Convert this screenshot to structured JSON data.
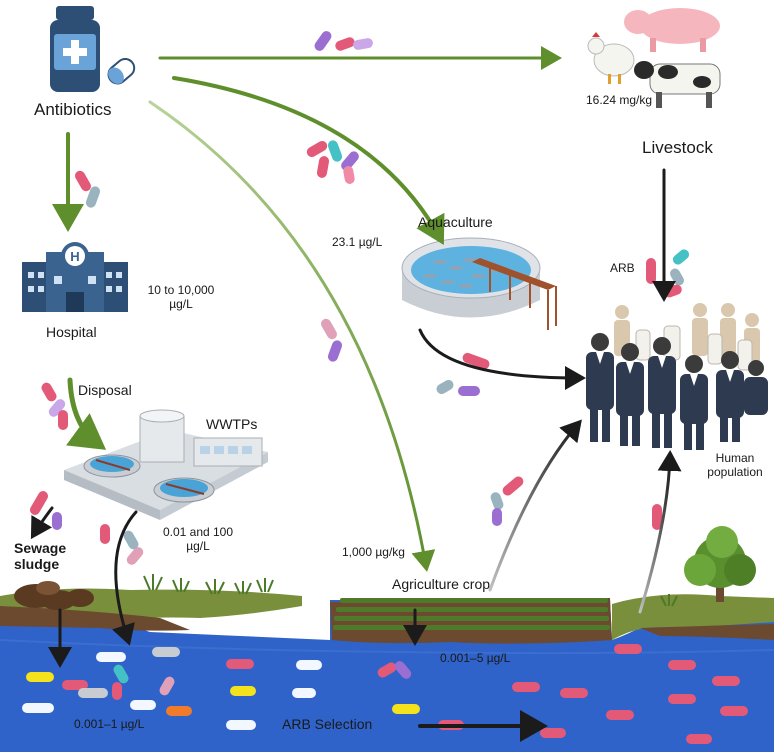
{
  "labels": {
    "antibiotics": "Antibiotics",
    "livestock": "Livestock",
    "livestock_conc": "16.24 mg/kg",
    "hospital": "Hospital",
    "hospital_conc": "10 to 10,000 µg/L",
    "aquaculture": "Aquaculture",
    "aquaculture_conc": "23.1 µg/L",
    "arb_top": "ARB",
    "disposal": "Disposal",
    "wwtps": "WWTPs",
    "wwtp_conc": "0.01 and 100 µg/L",
    "sewage_sludge": "Sewage sludge",
    "human_population": "Human population",
    "agri_conc": "1,000 µg/kg",
    "agriculture_crop": "Agriculture crop",
    "crop_water_conc": "0.001–5 µg/L",
    "water_conc": "0.001–1 µg/L",
    "arb_selection": "ARB Selection"
  },
  "colors": {
    "green_arrow": "#5e8f2c",
    "black_arrow": "#1b1b1b",
    "water": "#2f63c9",
    "water_dark": "#2456b8",
    "ground": "#7a8f3c",
    "soil": "#6b4a2f",
    "bacteria_pink": "#e35a78",
    "bacteria_yellow": "#f4e21c",
    "bacteria_white": "#f3f7ff"
  },
  "icons": [
    "antibiotic-bottle-icon",
    "capsule-icon",
    "hospital-icon",
    "wwtp-icon",
    "aquaculture-tank-icon",
    "livestock-icon",
    "crowd-icon",
    "tree-icon",
    "sludge-pile-icon"
  ]
}
